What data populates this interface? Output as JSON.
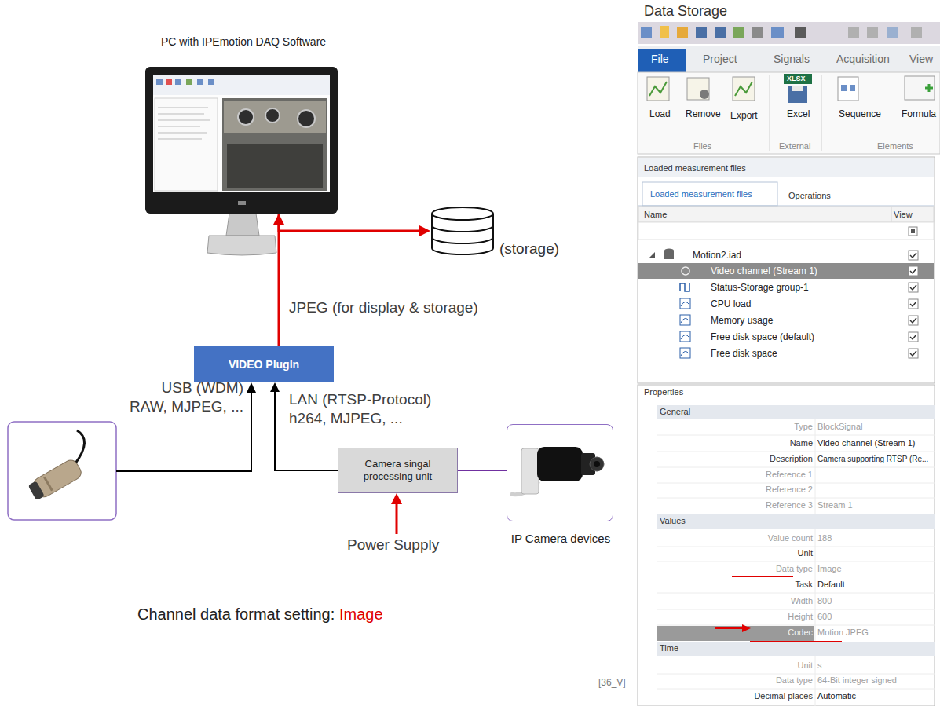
{
  "diagram": {
    "nodes": [
      {
        "text": [
          "PC with IPEmotion DAQ Software"
        ]
      },
      {
        "text": [
          "(storage)"
        ]
      },
      {
        "text": [
          "VIDEO PlugIn"
        ]
      },
      {
        "text": [
          "Camera singal processing unit"
        ]
      },
      {
        "text": [
          "IP Camera devices"
        ]
      }
    ],
    "edges": [
      {
        "from": 2,
        "to": 0,
        "arrow": "to",
        "label": "JPEG (for display & storage)"
      },
      {
        "from": 0,
        "to": 1,
        "arrow": "to"
      },
      {
        "from": 3,
        "to": 2,
        "arrow": "to",
        "label": "LAN (RTSP-Protocol) h264, MJPEG, ..."
      },
      {
        "from": 4,
        "to": 3,
        "arrow": "none"
      }
    ],
    "labels": [
      "USB (WDM) RAW, MJPEG, ...",
      "Power Supply",
      "Channel data format setting:",
      "Image",
      "[36_V]",
      "Data Storage",
      "File",
      "Project",
      "Signals",
      "Acquisition",
      "View",
      "XLSX",
      "Load",
      "Remove",
      "Export",
      "Excel",
      "Sequence",
      "Formula",
      "Files",
      "External",
      "Elements",
      "Loaded measurement files",
      "Loaded measurement files",
      "Operations",
      "Name",
      "View",
      "Motion2.iad",
      "Video channel (Stream 1)",
      "Status-Storage group-1",
      "CPU load",
      "Memory usage",
      "Free disk space (default)",
      "Free disk space",
      "Properties",
      "General",
      "Type",
      "BlockSignal",
      "Name",
      "Video channel (Stream 1)",
      "Description",
      "Camera supporting RTSP (Re...",
      "Reference 1",
      "Reference 2",
      "Reference 3",
      "Stream 1",
      "Values",
      "Value count",
      "188",
      "Unit",
      "Data type",
      "Image",
      "Task",
      "Default",
      "Width",
      "800",
      "Height",
      "600",
      "Codec",
      "Motion JPEG",
      "Time",
      "Unit",
      "s",
      "Data type",
      "64-Bit integer signed",
      "Decimal places",
      "Automatic"
    ]
  }
}
